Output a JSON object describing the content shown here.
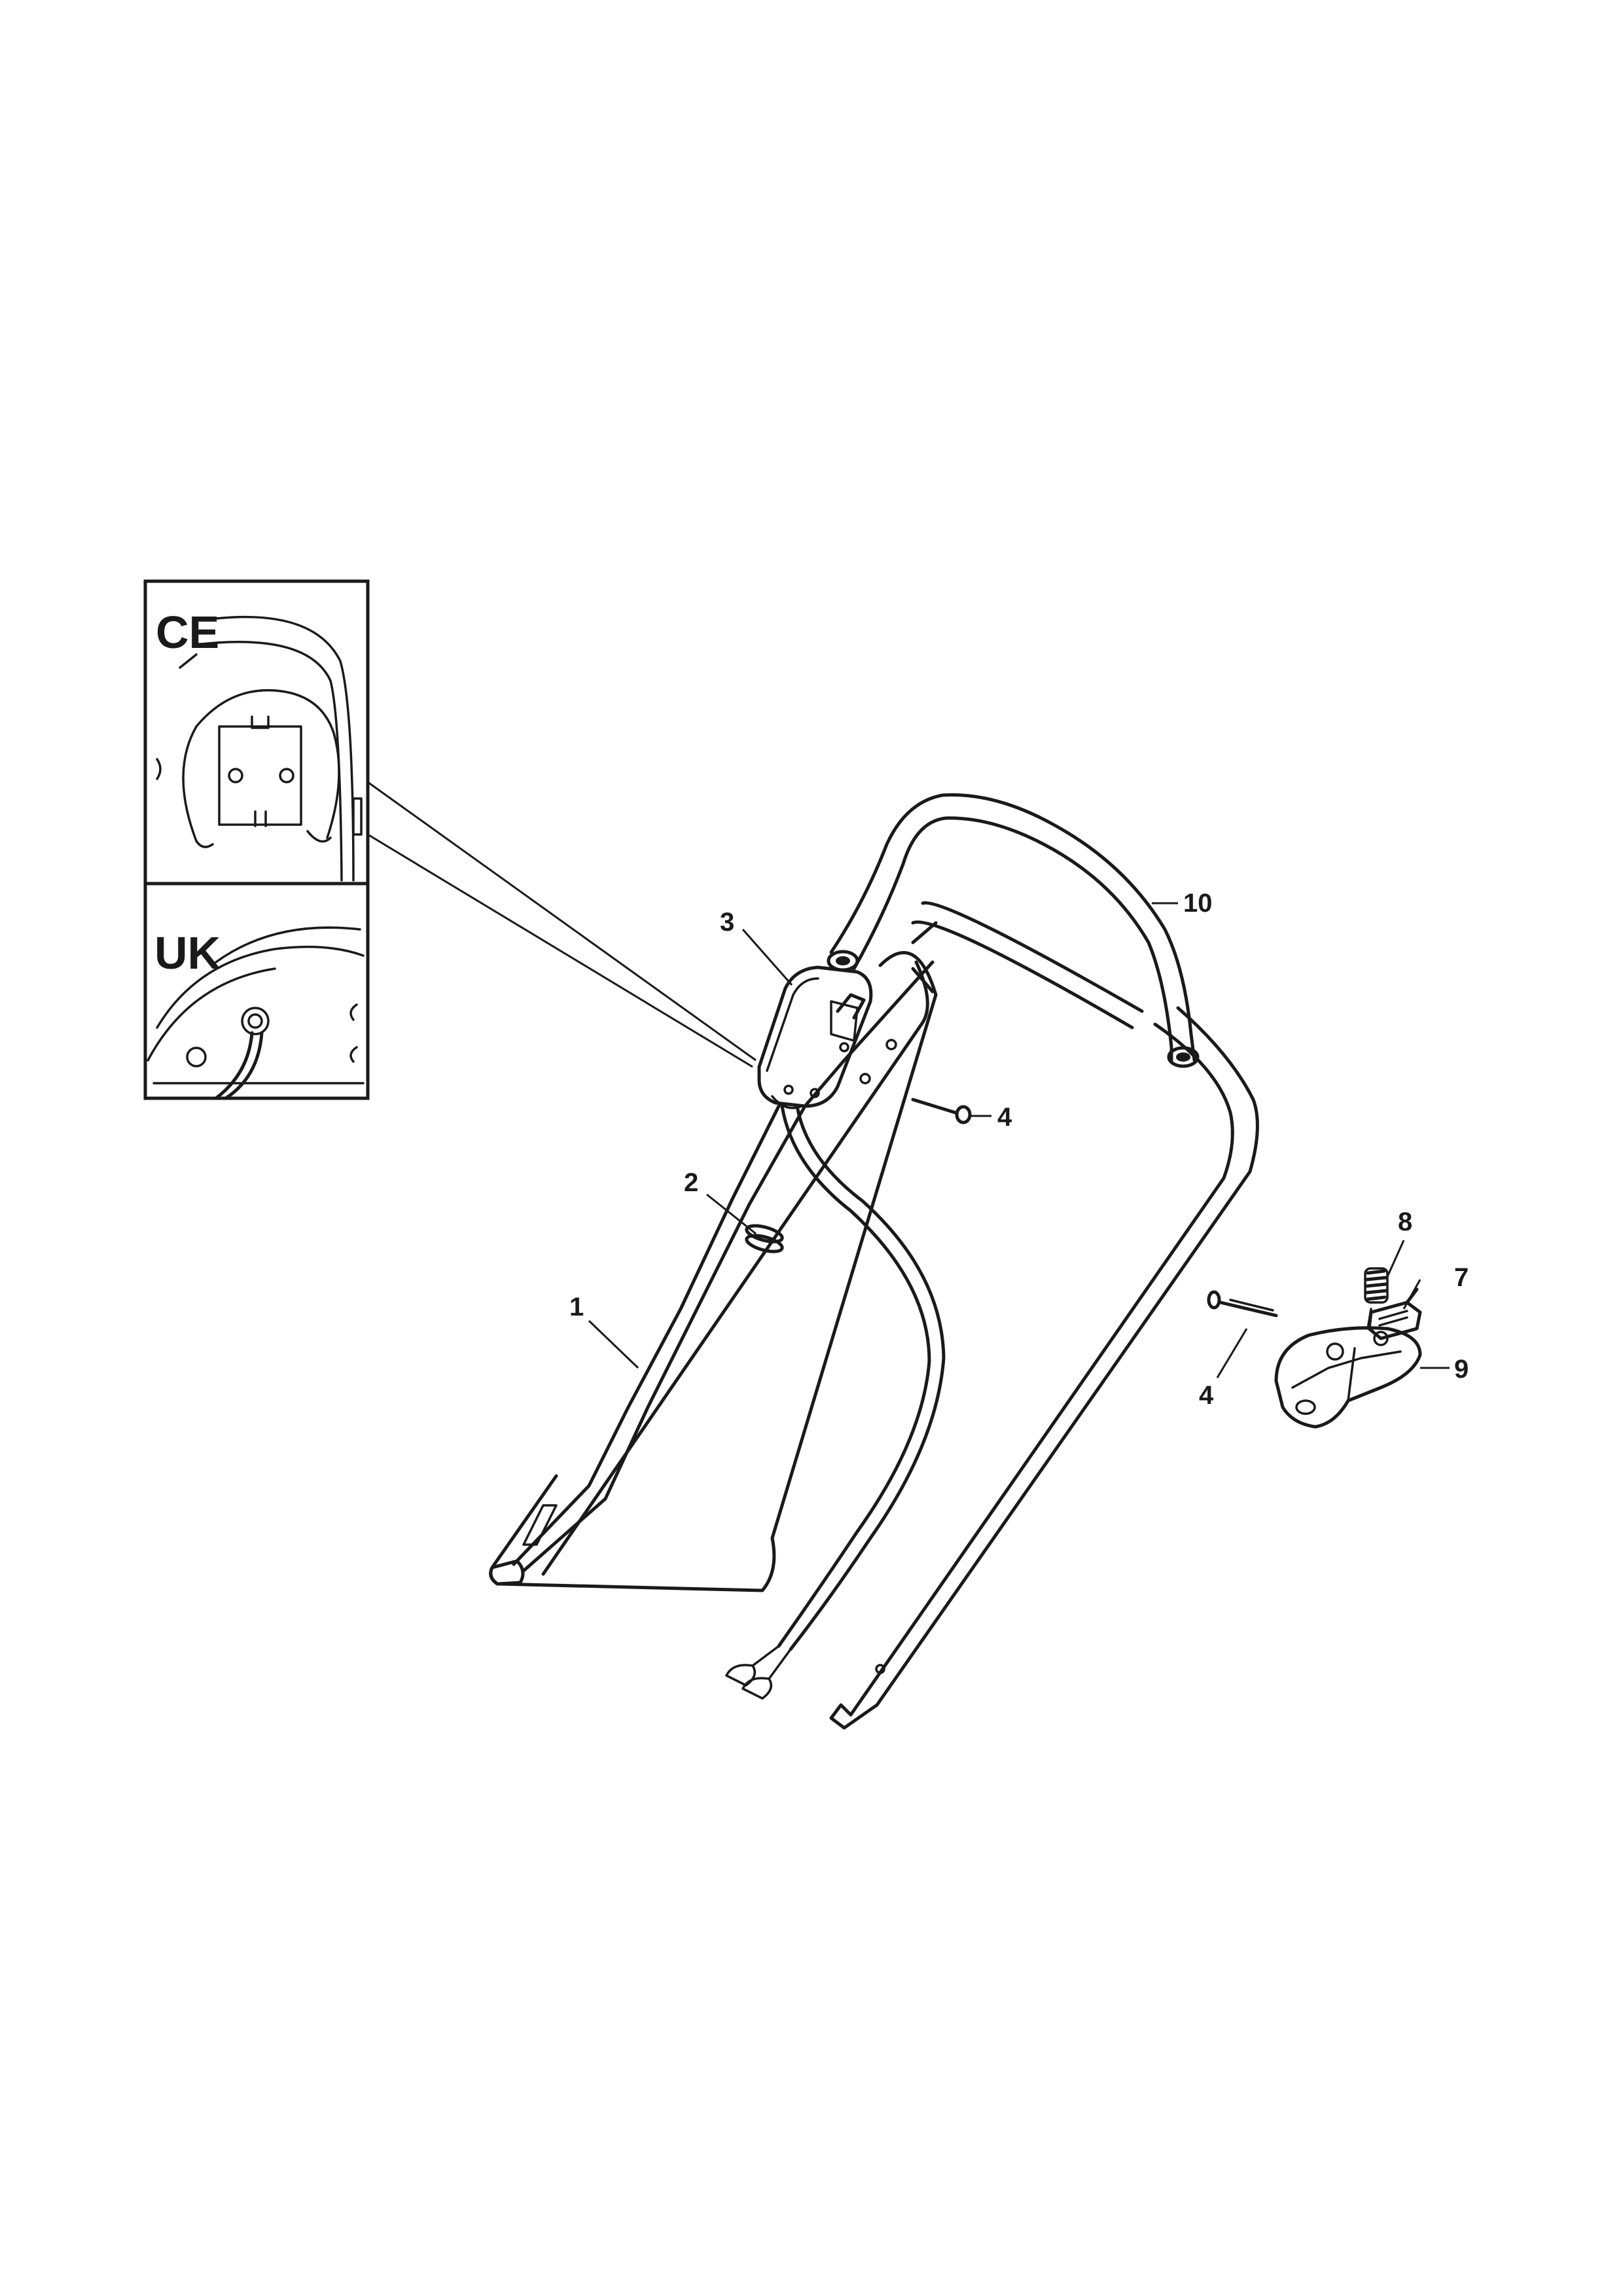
{
  "insets": {
    "ce_label": "CE",
    "uk_label": "UK"
  },
  "callouts": {
    "c1": "1",
    "c2": "2",
    "c3": "3",
    "c4a": "4",
    "c4b": "4",
    "c7": "7",
    "c8": "8",
    "c9": "9",
    "c10": "10"
  },
  "colors": {
    "ink": "#1a1a1a",
    "paper": "#ffffff"
  }
}
